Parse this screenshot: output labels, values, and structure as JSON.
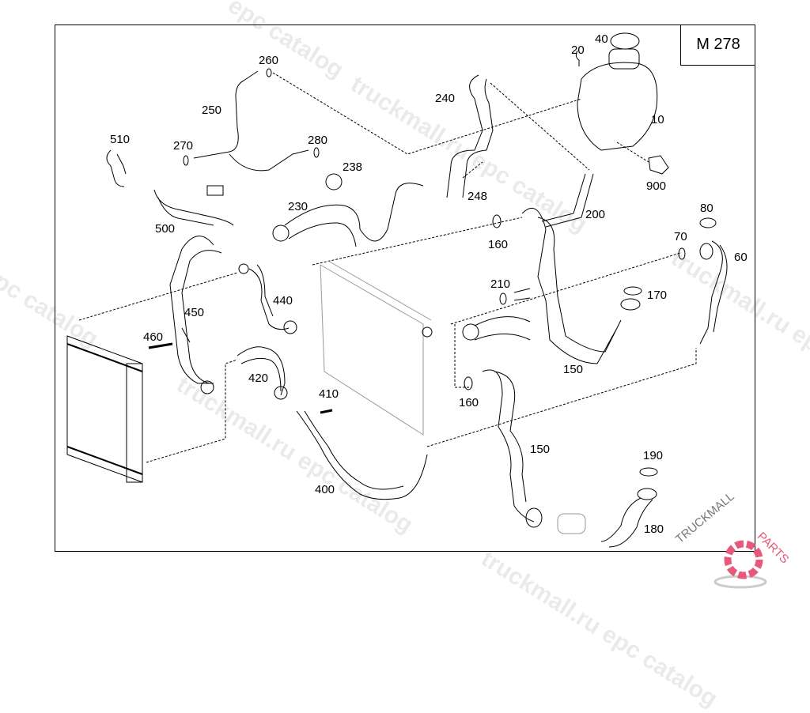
{
  "diagram": {
    "model_label": "M 278",
    "parts": [
      {
        "id": "10",
        "name": "expansion-tank"
      },
      {
        "id": "20",
        "name": "clip"
      },
      {
        "id": "40",
        "name": "tank-cap"
      },
      {
        "id": "60",
        "name": "hose"
      },
      {
        "id": "70",
        "name": "o-ring"
      },
      {
        "id": "80",
        "name": "o-ring"
      },
      {
        "id": "150",
        "name": "hose"
      },
      {
        "id": "150",
        "name": "hose-lower"
      },
      {
        "id": "160",
        "name": "o-ring"
      },
      {
        "id": "160",
        "name": "o-ring-lower"
      },
      {
        "id": "170",
        "name": "o-ring"
      },
      {
        "id": "180",
        "name": "hose"
      },
      {
        "id": "190",
        "name": "o-ring"
      },
      {
        "id": "200",
        "name": "hose"
      },
      {
        "id": "210",
        "name": "connector"
      },
      {
        "id": "230",
        "name": "hose"
      },
      {
        "id": "238",
        "name": "clamp"
      },
      {
        "id": "240",
        "name": "hose"
      },
      {
        "id": "248",
        "name": "nut"
      },
      {
        "id": "250",
        "name": "line"
      },
      {
        "id": "260",
        "name": "seal"
      },
      {
        "id": "270",
        "name": "seal"
      },
      {
        "id": "280",
        "name": "seal"
      },
      {
        "id": "400",
        "name": "hose"
      },
      {
        "id": "410",
        "name": "bolt"
      },
      {
        "id": "420",
        "name": "hose"
      },
      {
        "id": "440",
        "name": "hose"
      },
      {
        "id": "450",
        "name": "hose"
      },
      {
        "id": "460",
        "name": "bolt"
      },
      {
        "id": "500",
        "name": "valve-hose"
      },
      {
        "id": "510",
        "name": "bracket"
      },
      {
        "id": "900",
        "name": "sensor"
      }
    ]
  },
  "watermarks": {
    "text_primary": "truckmall.ru epc catalog",
    "text_secondary": "epc catalog"
  },
  "logo": {
    "text_left": "TRUCKMALL",
    "text_right": "PARTS",
    "accent_color": "#e8587a",
    "text_color": "#777777"
  }
}
